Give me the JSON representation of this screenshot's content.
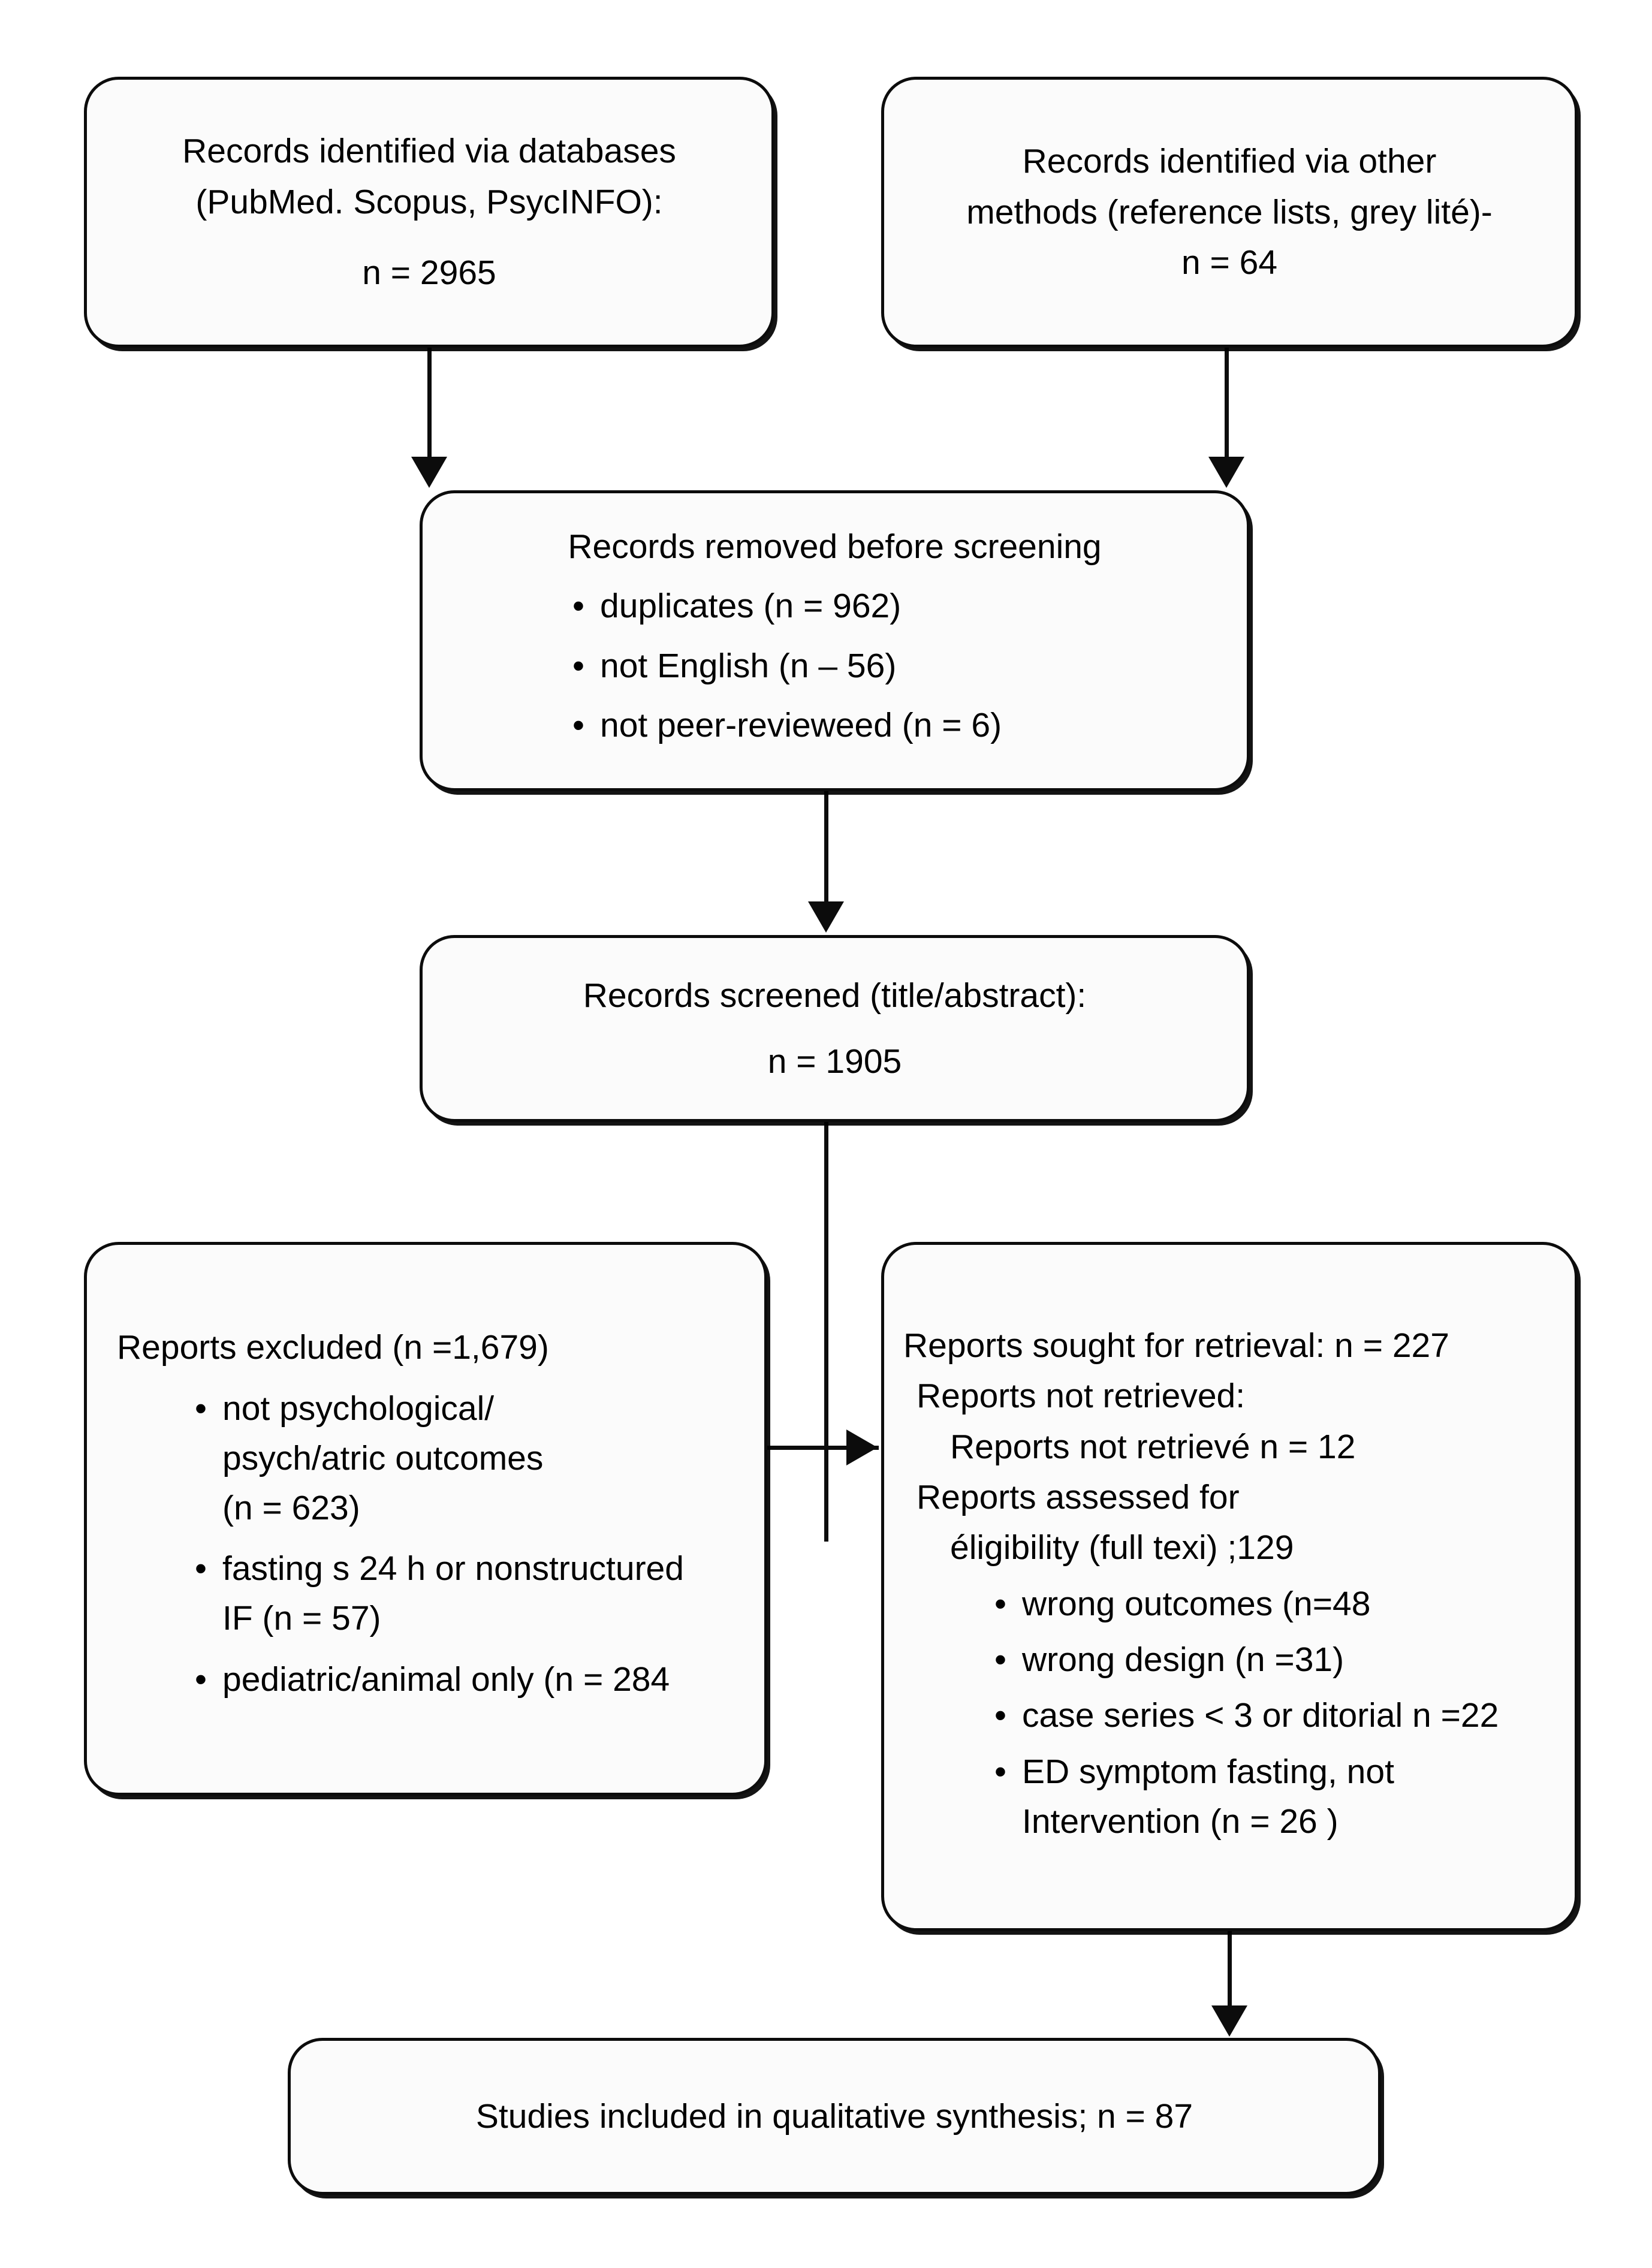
{
  "diagram": {
    "title": "PRISMA study selection flow diagram",
    "type": "flowchart",
    "line_color": "#0c0c0c",
    "box_fill": "#fbfbfb"
  },
  "boxes": {
    "identified_databases": {
      "line1": "Records identified via databases",
      "line2": "(PubMed. Scopus, PsycINFO):",
      "line3": "n = 2965"
    },
    "identified_other": {
      "line1": "Records identified via other",
      "line2": "methods (reference lists, grey lité)-",
      "line3": "n = 64"
    },
    "removed_before_screening": {
      "heading": "Records removed before screening",
      "items": [
        "duplicates (n = 962)",
        "not English (n – 56)",
        "not peer-revieweed  (n = 6)"
      ]
    },
    "records_screened": {
      "line1": "Records screened (title/abstract):",
      "line2": "n = 1905"
    },
    "reports_excluded": {
      "heading": "Reports excluded (n =1,679)",
      "items": [
        {
          "line1": "not psychological/",
          "line2": "psych/atric outcomes",
          "line3": "(n = 623)"
        },
        {
          "line1": "fasting s 24 h or nonstructured",
          "line2": "IF (n = 57)"
        },
        {
          "line1": "pediatric/animal only (n = 284"
        }
      ]
    },
    "reports_sought": {
      "line1": "Reports sought for retrieval: n = 227",
      "line2": "Reports not retrieved:",
      "line3": "Reports not retrievé n = 12",
      "line4": "Reports assessed for",
      "line5": "éligibility (full texi) ;129",
      "items": [
        {
          "line1": "wrong outcomes (n=48"
        },
        {
          "line1": "wrong design (n =31)"
        },
        {
          "line1": "case series < 3 or ditorial n =22"
        },
        {
          "line1": "ED symptom fasting, not",
          "line2": "Intervention (n = 26 )"
        }
      ]
    },
    "studies_included": {
      "line1": "Studies included in qualitative synthesis; n = 87"
    }
  },
  "connectors": [
    {
      "name": "databases-to-removed",
      "from": "identified_databases",
      "to": "removed_before_screening",
      "direction": "down"
    },
    {
      "name": "other-to-removed",
      "from": "identified_other",
      "to": "removed_before_screening",
      "direction": "down"
    },
    {
      "name": "removed-to-screened",
      "from": "removed_before_screening",
      "to": "records_screened",
      "direction": "down"
    },
    {
      "name": "screened-to-sought",
      "from": "records_screened",
      "to": "reports_sought",
      "direction": "right"
    },
    {
      "name": "sought-to-included",
      "from": "reports_sought",
      "to": "studies_included",
      "direction": "down"
    }
  ]
}
